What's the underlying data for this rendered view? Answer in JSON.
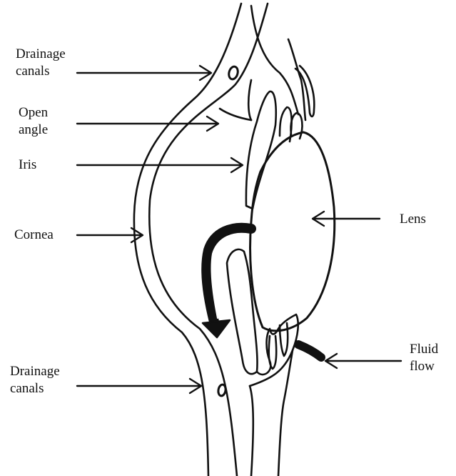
{
  "colors": {
    "ink": "#111111",
    "background": "#ffffff"
  },
  "labels": {
    "drainage_top": [
      "Drainage",
      "canals"
    ],
    "open_angle": [
      "Open",
      "angle"
    ],
    "iris": "Iris",
    "cornea": "Cornea",
    "lens": "Lens",
    "fluid_flow": [
      "Fluid",
      "flow"
    ],
    "drainage_bottom": [
      "Drainage",
      "canals"
    ]
  }
}
